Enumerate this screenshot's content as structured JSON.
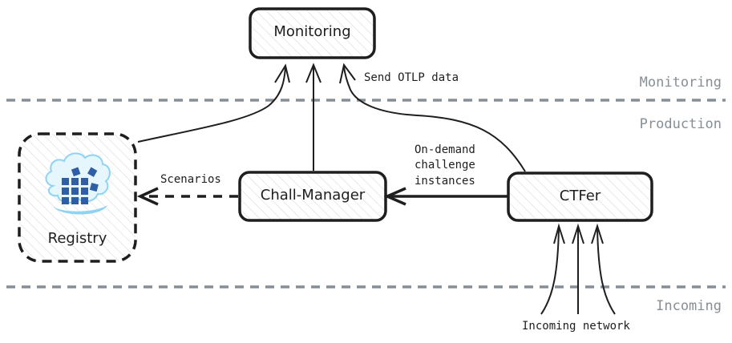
{
  "nodes": {
    "monitoring": "Monitoring",
    "chall_manager": "Chall-Manager",
    "ctfer": "CTFer",
    "registry": "Registry"
  },
  "edges": {
    "send_otlp": "Send OTLP data",
    "scenarios": "Scenarios",
    "on_demand": [
      "On-demand",
      "challenge",
      "instances"
    ],
    "incoming_network": "Incoming network"
  },
  "zones": {
    "monitoring": "Monitoring",
    "production": "Production",
    "incoming": "Incoming"
  },
  "colors": {
    "stroke": "#1e1e1e",
    "zone_line": "#868e96",
    "hatch": "#d9d9d9",
    "registry_icon_cloud": "#8fd3f2",
    "registry_icon_blocks": "#2f5ea8"
  }
}
